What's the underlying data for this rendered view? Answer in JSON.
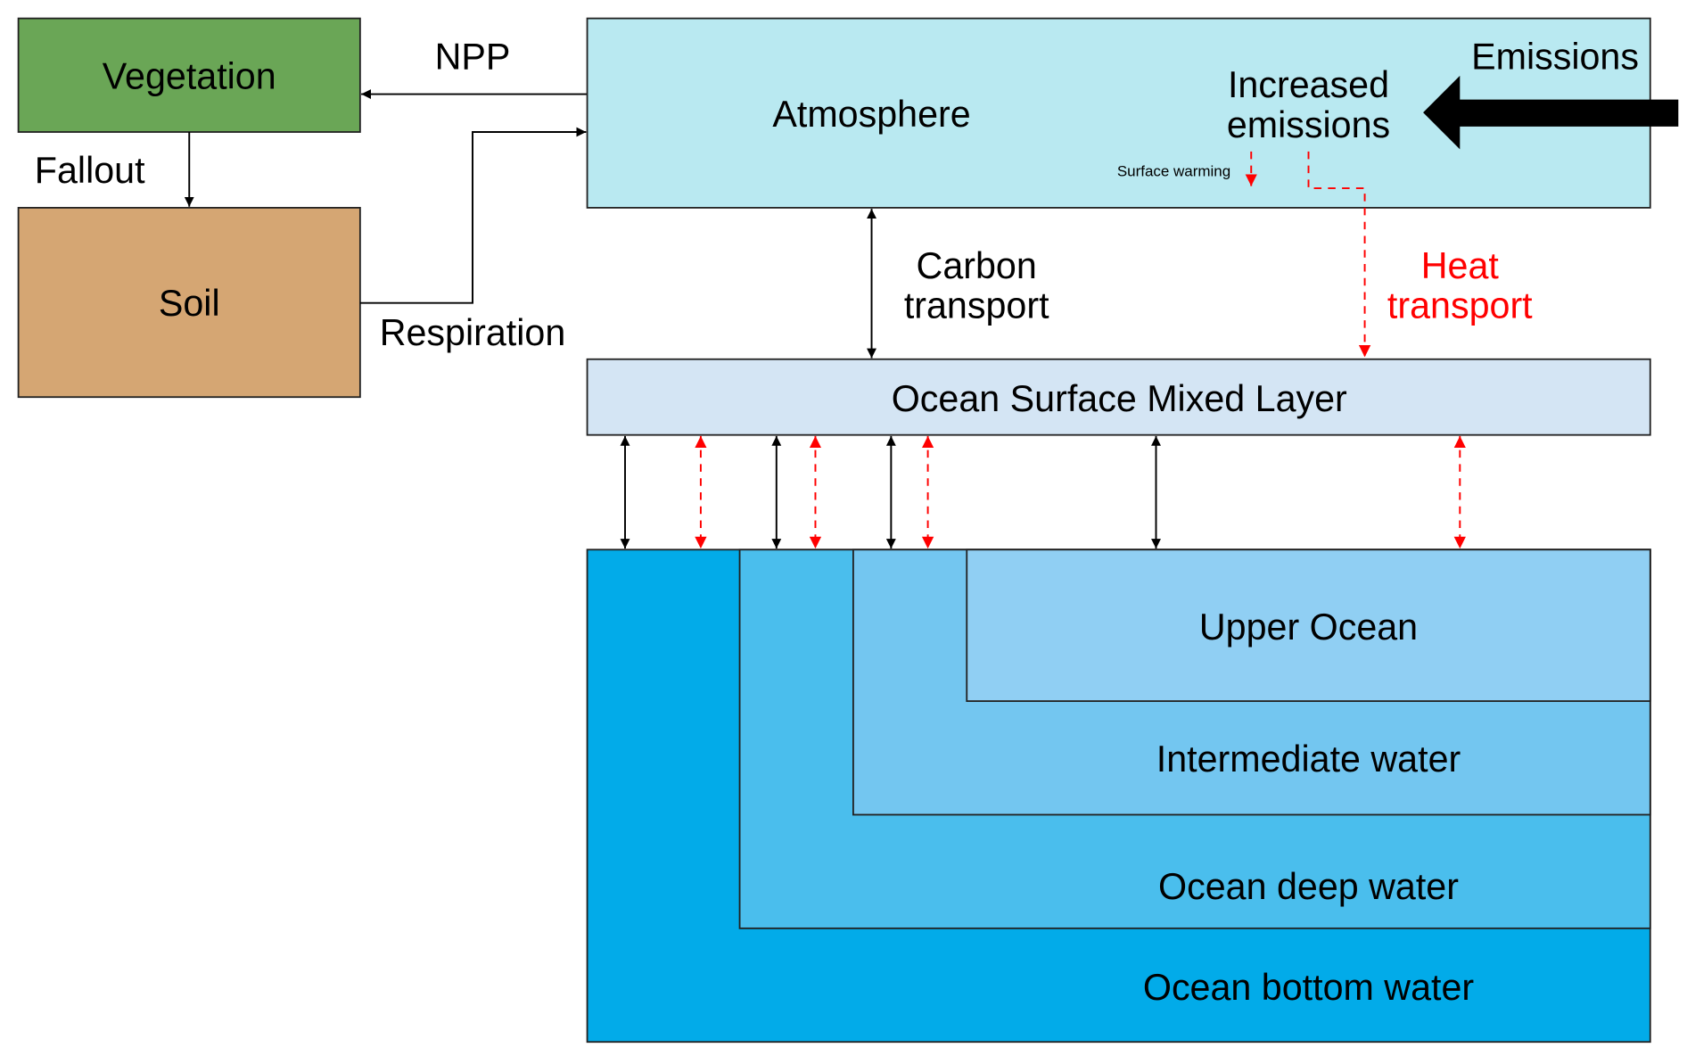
{
  "colors": {
    "vegetation": "#6aa656",
    "soil": "#d5a673",
    "atmosphere": "#b9e9f1",
    "surface_mixed_layer": "#d4e5f4",
    "upper_ocean": "#90cff3",
    "intermediate_water": "#73c6f0",
    "deep_water": "#4abeed",
    "bottom_water": "#02abe9",
    "heat": "#ff0000",
    "carbon": "#000000"
  },
  "nodes": {
    "vegetation": "Vegetation",
    "soil": "Soil",
    "atmosphere": "Atmosphere",
    "increased_emissions_1": "Increased",
    "increased_emissions_2": "emissions",
    "surface_mixed_layer": "Ocean Surface Mixed Layer",
    "upper_ocean": "Upper Ocean",
    "intermediate_water": "Intermediate water",
    "deep_water": "Ocean deep water",
    "bottom_water": "Ocean bottom water"
  },
  "edges": {
    "npp": "NPP",
    "fallout": "Fallout",
    "respiration": "Respiration",
    "emissions": "Emissions",
    "surface_warming": "Surface warming",
    "carbon_transport_1": "Carbon",
    "carbon_transport_2": "transport",
    "heat_transport_1": "Heat",
    "heat_transport_2": "transport"
  }
}
